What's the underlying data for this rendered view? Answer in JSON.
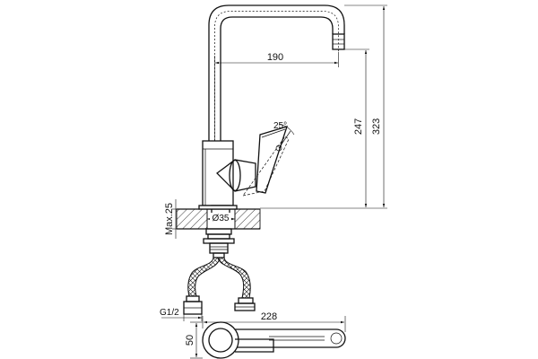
{
  "drawing": {
    "dimensions": {
      "spout_reach": "190",
      "spout_height": "247",
      "total_height": "323",
      "lever_angle": "25°",
      "mount_hole": "Ø35",
      "counter_thickness": "Max.25",
      "hose_thread": "G1/2",
      "total_length": "228",
      "body_width": "50"
    }
  }
}
